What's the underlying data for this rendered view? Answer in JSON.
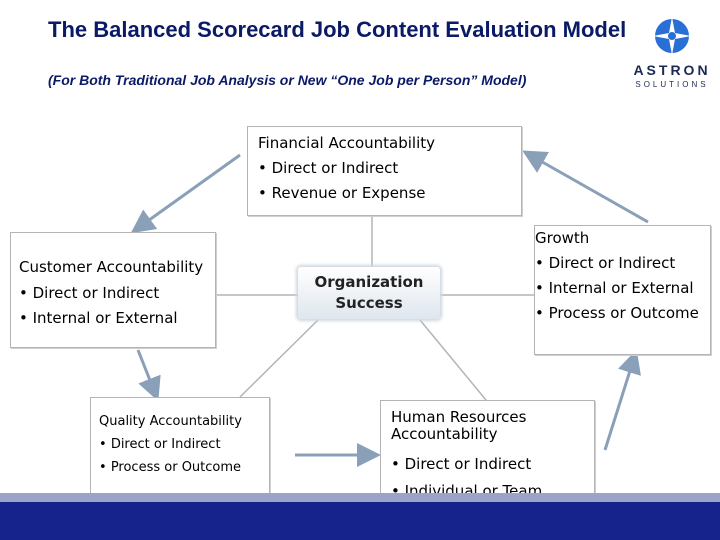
{
  "header": {
    "title": "The Balanced Scorecard Job Content Evaluation Model",
    "subtitle": "(For Both Traditional Job Analysis or New “One Job per Person” Model)"
  },
  "logo": {
    "name": "ASTRON",
    "tagline": "SOLUTIONS",
    "icon": "astron-star-logo-icon"
  },
  "diagram": {
    "center": {
      "label": "Organization Success"
    },
    "financial": {
      "title": "Financial Accountability",
      "bullets": [
        "Direct or Indirect",
        "Revenue or Expense"
      ]
    },
    "customer": {
      "title": "Customer Accountability",
      "bullets": [
        "Direct or Indirect",
        "Internal or External"
      ]
    },
    "growth": {
      "title": "Growth",
      "bullets": [
        "Direct or Indirect",
        "Internal or External",
        "Process or Outcome"
      ]
    },
    "quality": {
      "title": "Quality Accountability",
      "bullets": [
        "Direct or Indirect",
        "Process or Outcome"
      ]
    },
    "human_resources": {
      "title": "Human Resources Accountability",
      "bullets": [
        "Direct or Indirect",
        "Individual or Team"
      ]
    }
  },
  "colors": {
    "title": "#0a1a66",
    "arrow": "#8aa0b8",
    "connector": "#b4b4b4",
    "footer_bar": "#16238c",
    "footer_stripe": "#9aa3c9"
  }
}
